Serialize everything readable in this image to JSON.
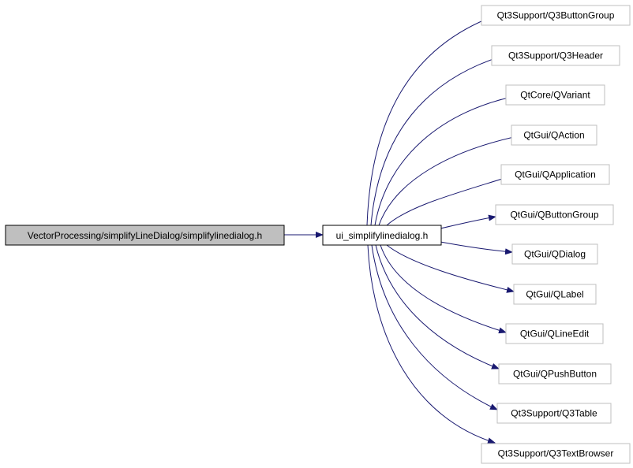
{
  "colors": {
    "edge": "#191970",
    "root_fill": "#bfbfbf",
    "root_border": "#000000",
    "mid_border": "#000000",
    "leaf_border": "#bfbfbf",
    "background": "#ffffff"
  },
  "graph": {
    "root": {
      "label": "VectorProcessing/simplifyLineDialog/simplifylinedialog.h"
    },
    "mid": {
      "label": "ui_simplifylinedialog.h"
    },
    "leaves": [
      {
        "label": "Qt3Support/Q3ButtonGroup"
      },
      {
        "label": "Qt3Support/Q3Header"
      },
      {
        "label": "QtCore/QVariant"
      },
      {
        "label": "QtGui/QAction"
      },
      {
        "label": "QtGui/QApplication"
      },
      {
        "label": "QtGui/QButtonGroup"
      },
      {
        "label": "QtGui/QDialog"
      },
      {
        "label": "QtGui/QLabel"
      },
      {
        "label": "QtGui/QLineEdit"
      },
      {
        "label": "QtGui/QPushButton"
      },
      {
        "label": "Qt3Support/Q3Table"
      },
      {
        "label": "Qt3Support/Q3TextBrowser"
      }
    ]
  }
}
